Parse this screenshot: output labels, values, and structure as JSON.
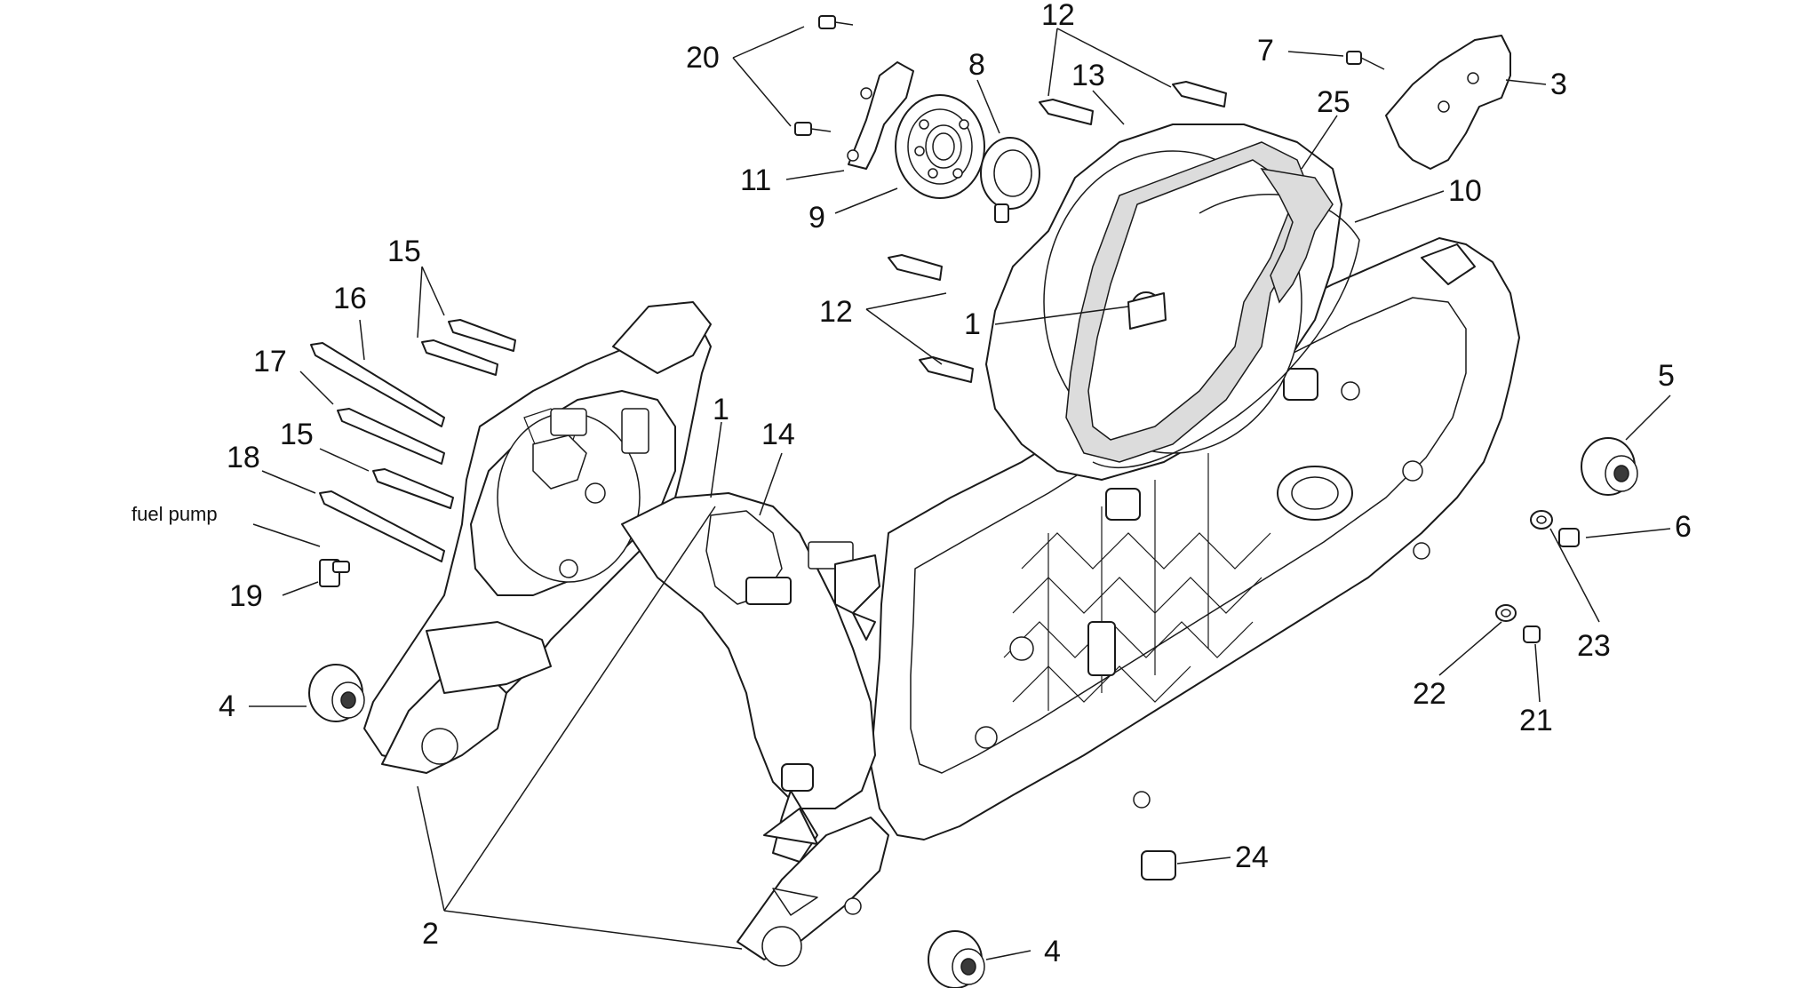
{
  "callouts": {
    "c1_top": "1",
    "c1_mid": "1",
    "c2": "2",
    "c3": "3",
    "c4_left": "4",
    "c4_bottom": "4",
    "c5": "5",
    "c6": "6",
    "c7": "7",
    "c8": "8",
    "c9": "9",
    "c10": "10",
    "c11": "11",
    "c12_top": "12",
    "c12_mid": "12",
    "c13": "13",
    "c14": "14",
    "c15_top": "15",
    "c15_mid": "15",
    "c16": "16",
    "c17": "17",
    "c18": "18",
    "c19": "19",
    "c20": "20",
    "c21": "21",
    "c22": "22",
    "c23": "23",
    "c24": "24",
    "c25": "25",
    "fuel_pump": "fuel pump"
  },
  "colors": {
    "line": "#1a1a1a",
    "background": "#ffffff",
    "gasket_fill": "#dcdcdc"
  }
}
